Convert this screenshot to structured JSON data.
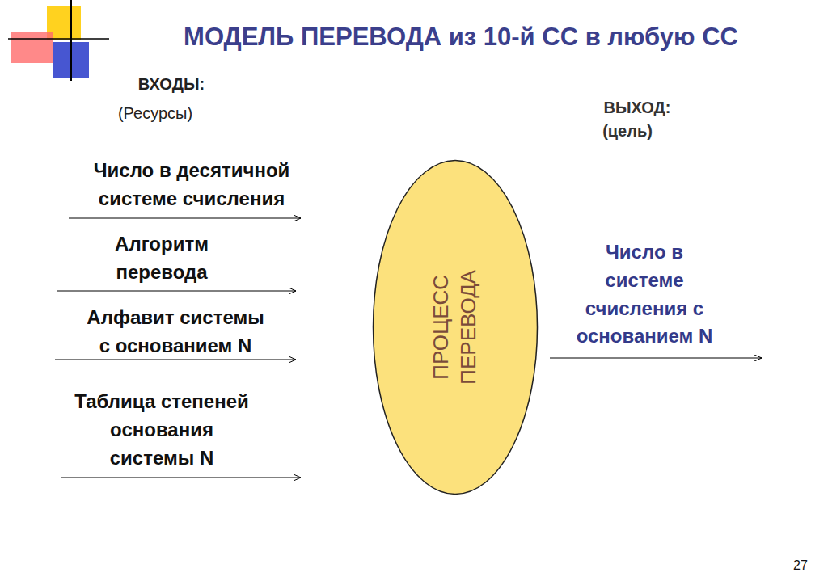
{
  "diagram": {
    "title": "МОДЕЛЬ ПЕРЕВОДА из 10-й СС в любую СС",
    "nodes": [
      {
        "text": [
          "ПРОЦЕСС ПЕРЕВОДА"
        ]
      }
    ],
    "labels": [
      "ВХОДЫ:",
      "(Ресурсы)",
      "ВЫХОД:",
      "(цель)",
      "Число в десятичной системе счисления",
      "Алгоритм перевода",
      "Алфавит системы с основанием N",
      "Таблица степеней основания системы N",
      "Число в системе счисления с основанием N",
      "27"
    ]
  }
}
